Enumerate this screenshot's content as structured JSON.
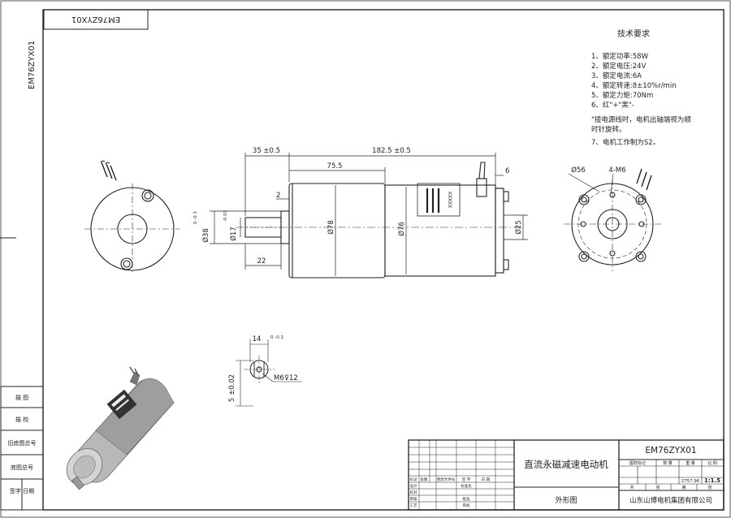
{
  "drawing_number": "EM76ZYX01",
  "drawing_number_inverted": "EM76ZYX01",
  "drawing_number_side": "EM76ZYX01",
  "tech_requirements": {
    "title": "技术要求",
    "items": [
      "1、额定功率:58W",
      "2、额定电压:24V",
      "3、额定电流:6A",
      "4、额定转速:8±10%r/min",
      "5、额定力矩:70Nm",
      "6、红\"+\"黑\"-",
      "\"接电源线时，电机出轴端视为顺",
      "时针旋转。",
      "7、电机工作制为S2。"
    ]
  },
  "dimensions": {
    "d35": "35 ±0.5",
    "d182": "182.5 ±0.5",
    "d75": "75.5",
    "d2": "2",
    "d6": "6",
    "d22": "22",
    "dia38": "Ø38",
    "dia38_tol": "0 -0.1",
    "dia17": "Ø17",
    "dia17_tol": "-0.03",
    "dia78": "Ø78",
    "dia76": "Ø76",
    "dia25": "Ø25",
    "dia56": "Ø56",
    "m6_holes": "4-M6",
    "d14": "14",
    "d14_tol": "0 -0.1",
    "d5": "5 ±0.02",
    "m6_depth": "M6⊽12",
    "label_code": "XXXXX"
  },
  "left_strip": {
    "rows": [
      "描  图",
      "描  校",
      "旧底图总号",
      "底图总号",
      "签字  日期"
    ]
  },
  "title_block": {
    "product_name": "直流永磁减速电动机",
    "view_name": "外形图",
    "company": "山东山博电机集团有限公司",
    "scale": "1:1.5",
    "weight": "2757.96",
    "col_headers": [
      "图样标记",
      "数 量",
      "重 量",
      "比 例"
    ],
    "sheet_row": [
      "共",
      "张",
      "第",
      "张"
    ],
    "sign_rows": [
      "标记",
      "处数",
      "更改文件号",
      "签 字",
      "日 期",
      "设计",
      "标准化",
      "校对",
      "审核",
      "工艺",
      "批准",
      "审阅"
    ]
  }
}
